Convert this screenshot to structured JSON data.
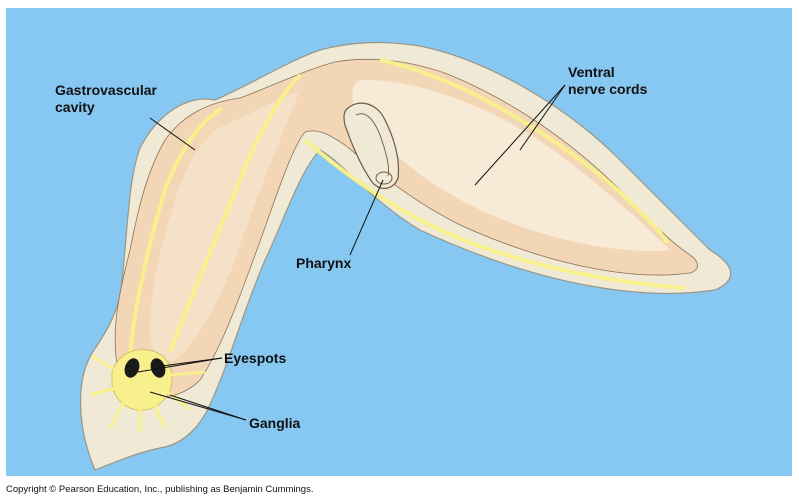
{
  "diagram": {
    "labels": {
      "gastrovascular_cavity": "Gastrovascular\ncavity",
      "ventral_nerve_cords": "Ventral\nnerve cords",
      "pharynx": "Pharynx",
      "eyespots": "Eyespots",
      "ganglia": "Ganglia"
    },
    "colors": {
      "background": "#86C8F2",
      "body_outline": "#EFE9D6",
      "gut": "#F2D6B6",
      "nerve": "#F8F08C",
      "eyespot": "#1A1A1A"
    }
  },
  "footer": {
    "copyright": "Copyright © Pearson Education, Inc., publishing as Benjamin Cummings."
  }
}
